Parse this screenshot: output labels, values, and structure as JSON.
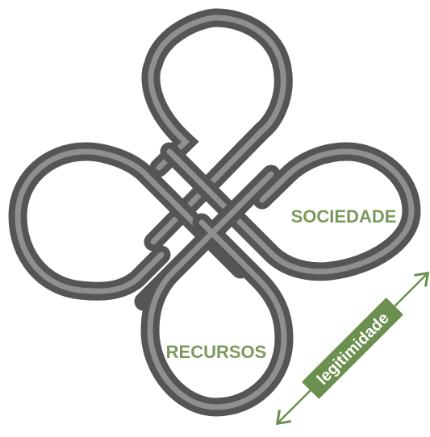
{
  "diagram": {
    "labels": {
      "sociedade": "SOCIEDADE",
      "recursos": "RECURSOS"
    },
    "arrow": {
      "label": "legitimidade"
    }
  },
  "colors": {
    "knot_dark": "#5a5a5a",
    "knot_highlight": "#8e8e8e",
    "label_green": "#7a9a5c",
    "arrow_green": "#6b8f4e",
    "arrow_text": "#ffffff",
    "background": "#ffffff"
  }
}
